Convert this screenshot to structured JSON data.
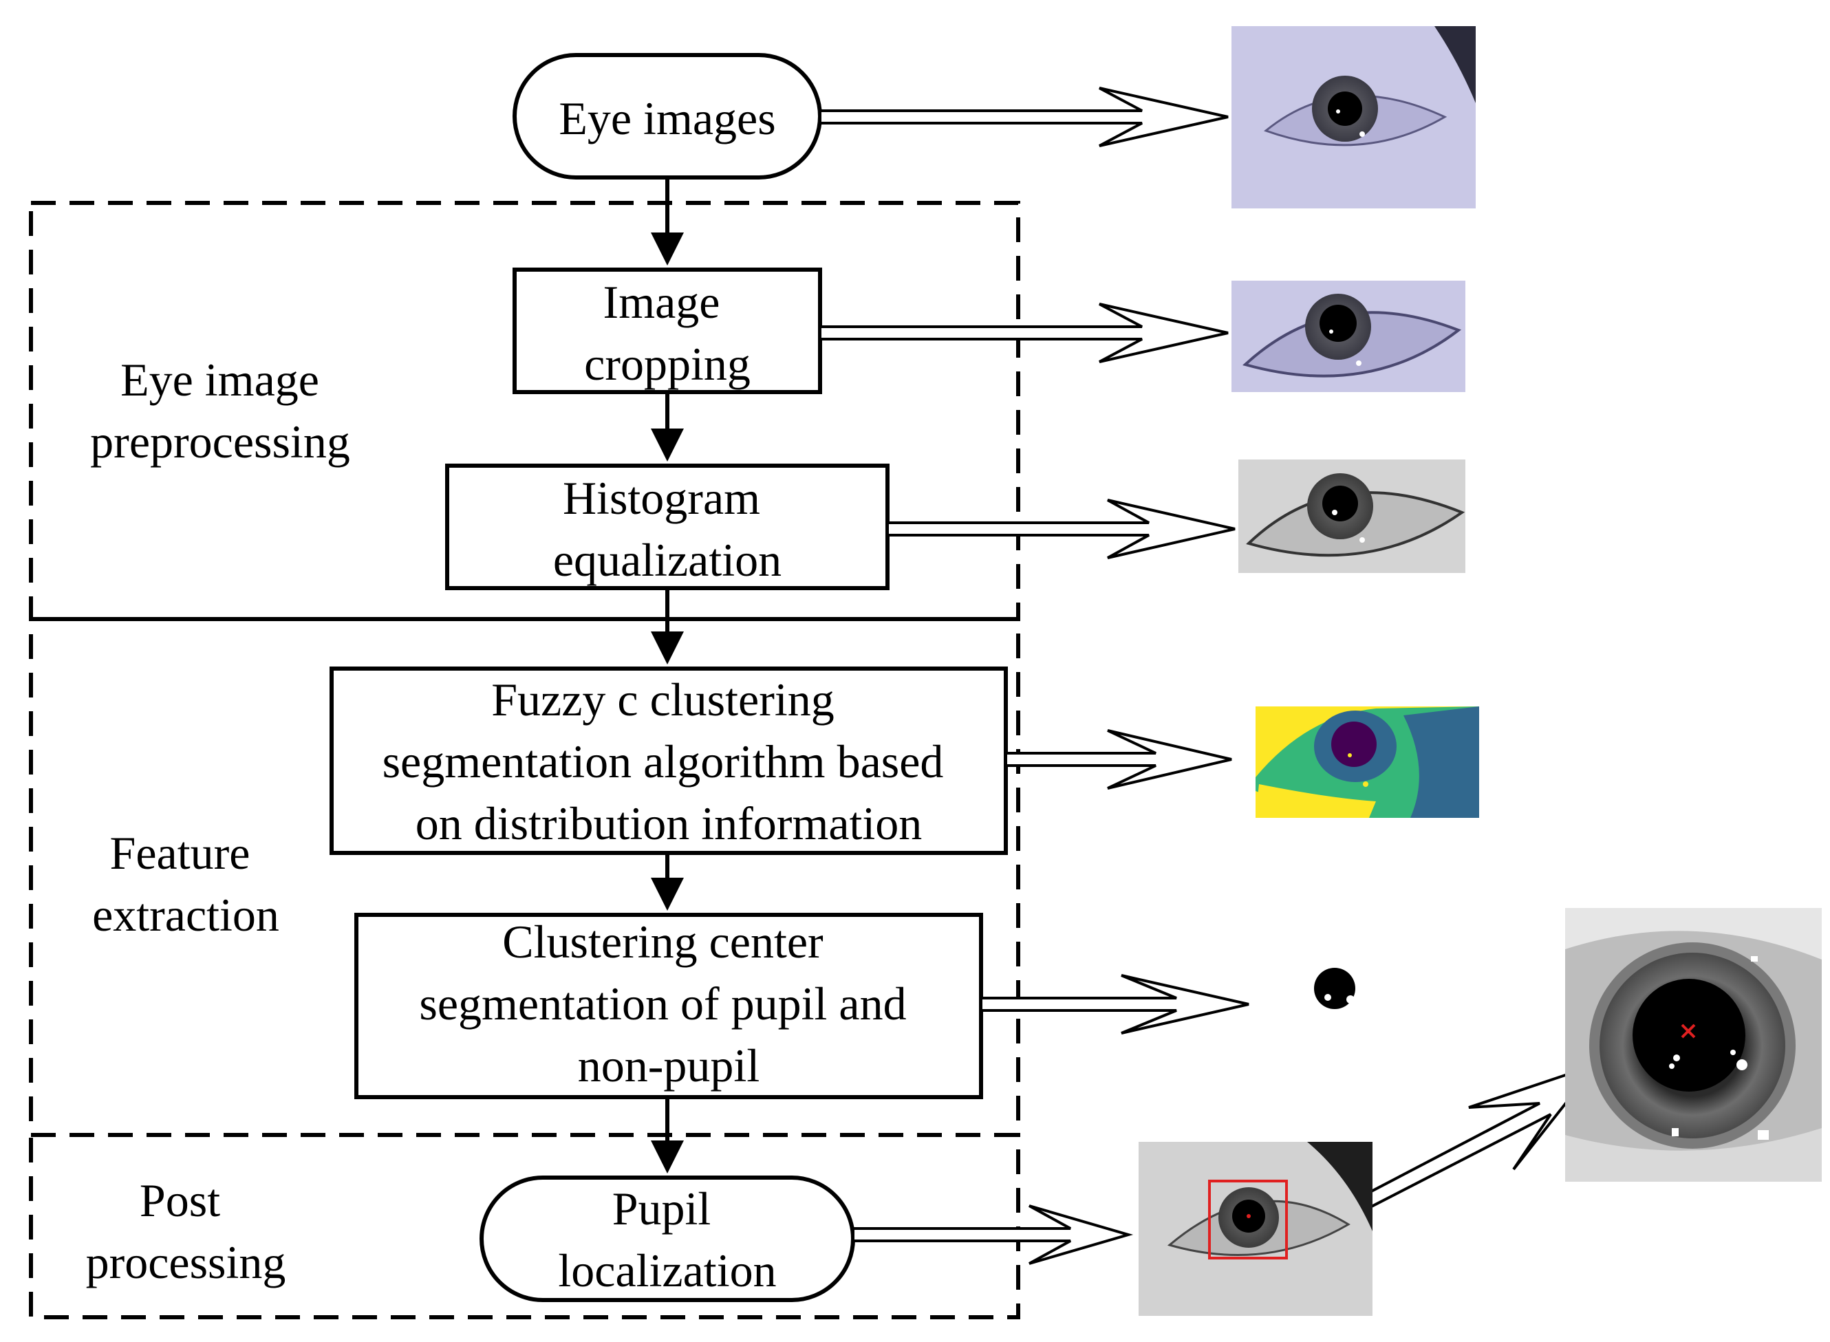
{
  "groups": [
    {
      "id": "preprocessing",
      "label_lines": [
        "Eye image",
        "preprocessing"
      ]
    },
    {
      "id": "feature",
      "label_lines": [
        "Feature",
        "extraction"
      ]
    },
    {
      "id": "post",
      "label_lines": [
        "Post",
        "processing"
      ]
    }
  ],
  "nodes": [
    {
      "id": "eye-images",
      "shape": "terminal",
      "lines": [
        "Eye images"
      ]
    },
    {
      "id": "image-cropping",
      "shape": "process",
      "lines": [
        "Image",
        "cropping"
      ]
    },
    {
      "id": "histogram-equalization",
      "shape": "process",
      "lines": [
        "Histogram",
        "equalization"
      ]
    },
    {
      "id": "fuzzy-clustering",
      "shape": "process",
      "lines": [
        "Fuzzy c clustering",
        "segmentation algorithm based",
        "on distribution information"
      ]
    },
    {
      "id": "clustering-center",
      "shape": "process",
      "lines": [
        "Clustering center",
        "segmentation of pupil and",
        "non-pupil"
      ]
    },
    {
      "id": "pupil-localization",
      "shape": "terminal",
      "lines": [
        "Pupil",
        "localization"
      ]
    }
  ],
  "images": [
    {
      "id": "raw-eye",
      "kind": "eye photo",
      "tint": "lavender"
    },
    {
      "id": "cropped-eye",
      "kind": "eye photo",
      "tint": "lavender"
    },
    {
      "id": "equalized-eye",
      "kind": "eye photo",
      "tint": "grayscale"
    },
    {
      "id": "clustered-eye",
      "kind": "segmentation map",
      "colors": [
        "#fde725",
        "#35b779",
        "#31688e",
        "#440154"
      ]
    },
    {
      "id": "pupil-mask",
      "kind": "binary mask"
    },
    {
      "id": "localized-eye",
      "kind": "eye photo with box",
      "box_color": "#e02020"
    },
    {
      "id": "zoomed-pupil",
      "kind": "zoomed eye photo",
      "marker_color": "#e02020"
    }
  ],
  "colors": {
    "stroke": "#000000",
    "lavender_bg": "#c9c8e6",
    "gray_bg": "#d4d4d4",
    "marker": "#e02020"
  }
}
